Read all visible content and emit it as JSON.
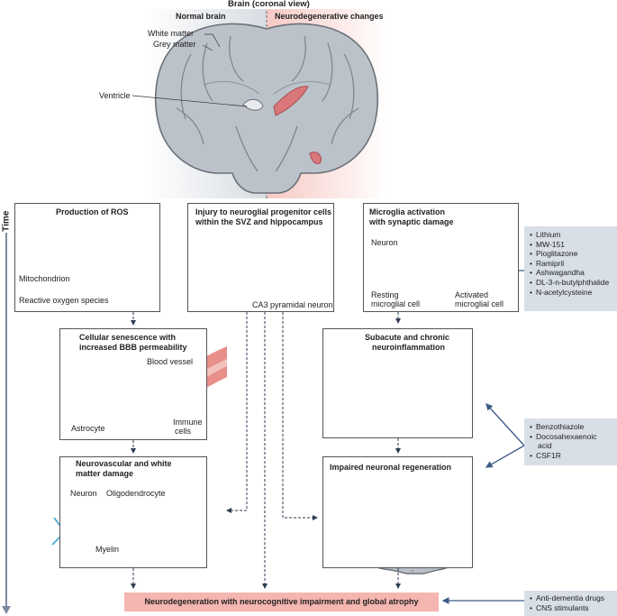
{
  "brain": {
    "title": "Brain (coronal view)",
    "normal_label": "Normal brain",
    "changes_label": "Neurodegenerative changes",
    "white_matter": "White matter",
    "grey_matter": "Grey matter",
    "ventricle": "Ventricle"
  },
  "timeline": {
    "label": "Time"
  },
  "panels": {
    "ros": {
      "title": "Production of ROS",
      "mitochondrion": "Mitochondrion",
      "ros_species": "Reactive oxygen species"
    },
    "injury": {
      "title_line1": "Injury to neuroglial progenitor cells",
      "title_line2": "within the SVZ and hippocampus",
      "neuron_label": "CA3 pyramidal neuron"
    },
    "microglia": {
      "title_line1": "Microglia activation",
      "title_line2": "with synaptic damage",
      "neuron": "Neuron",
      "resting_line1": "Resting",
      "resting_line2": "microglial cell",
      "activated_line1": "Activated",
      "activated_line2": "microglial cell"
    },
    "senescence": {
      "title_line1": "Cellular senescence with",
      "title_line2": "increased BBB permeability",
      "blood_vessel": "Blood vessel",
      "astrocyte": "Astrocyte",
      "immune_line1": "Immune",
      "immune_line2": "cells"
    },
    "inflammation": {
      "title_line1": "Subacute and chronic",
      "title_line2": "neuroinflammation"
    },
    "neurovascular": {
      "title_line1": "Neurovascular and white",
      "title_line2": "matter damage",
      "neuron": "Neuron",
      "oligodendrocyte": "Oligodendrocyte",
      "myelin": "Myelin"
    },
    "regeneration": {
      "title": "Impaired neuronal regeneration"
    }
  },
  "outcome": {
    "label": "Neurodegeneration with neurocognitive impairment and global atrophy"
  },
  "drug_lists": {
    "microglia_drugs": [
      "Lithium",
      "MW-151",
      "Pioglitazone",
      "Ramipril",
      "Ashwagandha",
      "DL-3-n-butylphthalide",
      "N-acetylcysteine"
    ],
    "regeneration_drugs": [
      "Benzothiazole",
      "Docosahexaenoic",
      "acid",
      "CSF1R"
    ],
    "outcome_drugs": [
      "Anti-dementia drugs",
      "CNS stimulants"
    ]
  },
  "colors": {
    "normal_bg": "#d7dce2",
    "changes_bg": "#f6c9c4",
    "brain_fill": "#b9bfc6",
    "brain_stroke": "#6b7178",
    "lesion": "#d9777a",
    "blue_arrow": "#3c5a86",
    "side_panel": "#d9dfe7",
    "outcome_bg": "#f5b5b0",
    "microglia_orange": "#f08a3c",
    "ros_blue": "#4aa9d8"
  }
}
